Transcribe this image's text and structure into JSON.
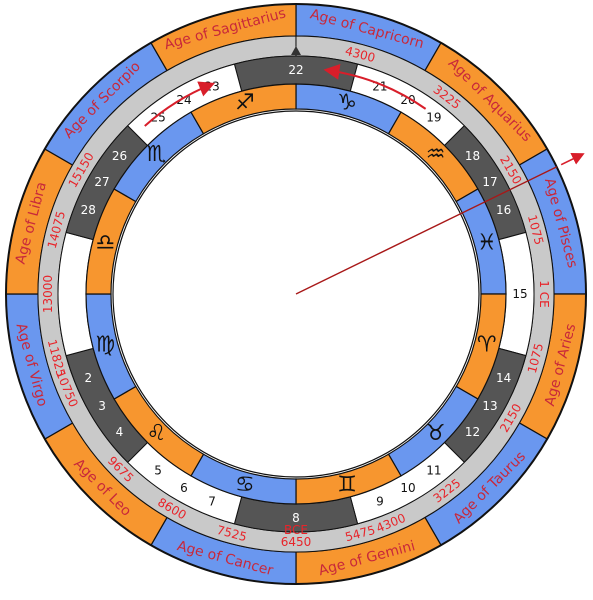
{
  "colors": {
    "orange": "#f7962f",
    "blue": "#6a97ef",
    "gray_ring": "#c9c9c9",
    "dark_segment": "#555555",
    "white_segment": "#ffffff",
    "red": "#d81e2a",
    "outline": "#111111"
  },
  "ages": [
    {
      "label": "Age of Capricorn",
      "color": "blue"
    },
    {
      "label": "Age of Aquarius",
      "color": "orange"
    },
    {
      "label": "Age of Pisces",
      "color": "blue"
    },
    {
      "label": "Age of Aries",
      "color": "orange"
    },
    {
      "label": "Age of Taurus",
      "color": "blue"
    },
    {
      "label": "Age of Gemini",
      "color": "orange"
    },
    {
      "label": "Age of Cancer",
      "color": "blue"
    },
    {
      "label": "Age of Leo",
      "color": "orange"
    },
    {
      "label": "Age of Virgo",
      "color": "blue"
    },
    {
      "label": "Age of Libra",
      "color": "orange"
    },
    {
      "label": "Age of Scorpio",
      "color": "blue"
    },
    {
      "label": "Age of Sagittarius",
      "color": "orange"
    }
  ],
  "years": [
    {
      "label": "4300",
      "angle": 15
    },
    {
      "label": "3225",
      "angle": 37.5
    },
    {
      "label": "2150",
      "angle": 60
    },
    {
      "label": "1075",
      "angle": 75
    },
    {
      "label": "1 CE",
      "angle": 90
    },
    {
      "label": "1075",
      "angle": 105
    },
    {
      "label": "2150",
      "angle": 120
    },
    {
      "label": "3225",
      "angle": 142.5
    },
    {
      "label": "4300",
      "angle": 157.5
    },
    {
      "label": "5475",
      "angle": 165
    },
    {
      "label": "6450",
      "angle": 180
    },
    {
      "label": "7525",
      "angle": 195
    },
    {
      "label": "8600",
      "angle": 210
    },
    {
      "label": "9675",
      "angle": 225
    },
    {
      "label": "10750",
      "angle": 247.5
    },
    {
      "label": "11825",
      "angle": 255
    },
    {
      "label": "13000",
      "angle": 270
    },
    {
      "label": "14075",
      "angle": 285
    },
    {
      "label": "15150",
      "angle": 300
    }
  ],
  "bce_label": "BCE",
  "houses": [
    {
      "label": "22",
      "angle": 0,
      "large": true
    },
    {
      "label": "21",
      "angle": 22
    },
    {
      "label": "20",
      "angle": 30
    },
    {
      "label": "19",
      "angle": 38
    },
    {
      "label": "18",
      "angle": 52
    },
    {
      "label": "17",
      "angle": 60
    },
    {
      "label": "16",
      "angle": 68
    },
    {
      "label": "15",
      "angle": 90,
      "large": true
    },
    {
      "label": "14",
      "angle": 112
    },
    {
      "label": "13",
      "angle": 120
    },
    {
      "label": "12",
      "angle": 128
    },
    {
      "label": "11",
      "angle": 142
    },
    {
      "label": "10",
      "angle": 150
    },
    {
      "label": "9",
      "angle": 158
    },
    {
      "label": "8",
      "angle": 180,
      "large": true
    },
    {
      "label": "7",
      "angle": 202
    },
    {
      "label": "6",
      "angle": 210
    },
    {
      "label": "5",
      "angle": 218
    },
    {
      "label": "4",
      "angle": 232
    },
    {
      "label": "3",
      "angle": 240
    },
    {
      "label": "2",
      "angle": 248
    },
    {
      "label": "28",
      "angle": 292
    },
    {
      "label": "27",
      "angle": 300
    },
    {
      "label": "26",
      "angle": 308
    },
    {
      "label": "25",
      "angle": 322
    },
    {
      "label": "24",
      "angle": 330
    },
    {
      "label": "23",
      "angle": 338
    }
  ],
  "signs": [
    {
      "glyph": "♑",
      "name": "capricorn",
      "color": "blue"
    },
    {
      "glyph": "♒",
      "name": "aquarius",
      "color": "orange"
    },
    {
      "glyph": "♓",
      "name": "pisces",
      "color": "blue"
    },
    {
      "glyph": "♈",
      "name": "aries",
      "color": "orange"
    },
    {
      "glyph": "♉",
      "name": "taurus",
      "color": "blue"
    },
    {
      "glyph": "♊",
      "name": "gemini",
      "color": "orange"
    },
    {
      "glyph": "♋",
      "name": "cancer",
      "color": "blue"
    },
    {
      "glyph": "♌",
      "name": "leo",
      "color": "orange"
    },
    {
      "glyph": "♍",
      "name": "virgo",
      "color": "blue"
    },
    {
      "glyph": "♎",
      "name": "libra",
      "color": "orange"
    },
    {
      "glyph": "♏",
      "name": "scorpio",
      "color": "blue"
    },
    {
      "glyph": "♐",
      "name": "sagittarius",
      "color": "orange"
    }
  ]
}
